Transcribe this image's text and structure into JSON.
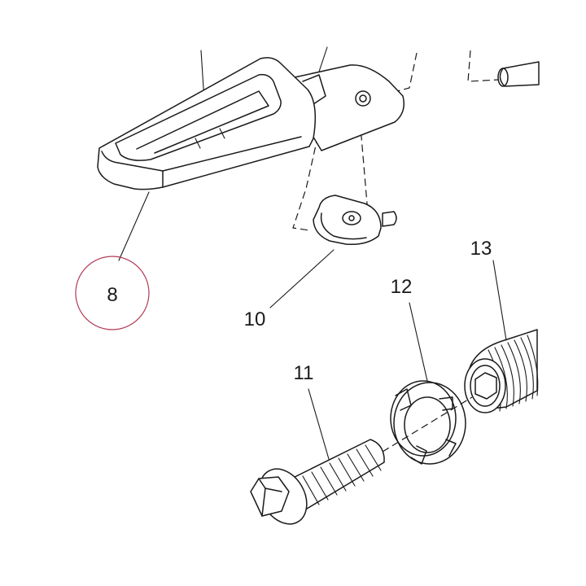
{
  "callouts": [
    {
      "id": "part-8",
      "label": "8",
      "highlighted": true
    },
    {
      "id": "part-10",
      "label": "10",
      "highlighted": false
    },
    {
      "id": "part-11",
      "label": "11",
      "highlighted": false
    },
    {
      "id": "part-12",
      "label": "12",
      "highlighted": false
    },
    {
      "id": "part-13",
      "label": "13",
      "highlighted": false
    }
  ],
  "colors": {
    "line": "#1a1a1a",
    "highlight_circle": "#b03a55",
    "background": "#ffffff"
  }
}
